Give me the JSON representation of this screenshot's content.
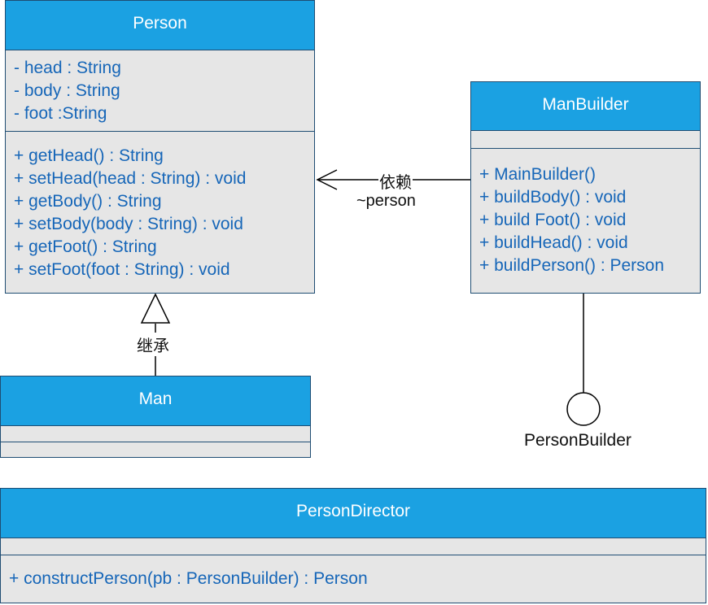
{
  "person": {
    "name": "Person",
    "attributes": [
      "- head : String",
      "- body : String",
      "- foot :String"
    ],
    "methods": [
      "+ getHead() : String",
      "+ setHead(head : String) : void",
      "+ getBody() : String",
      "+ setBody(body : String) : void",
      "+ getFoot() : String",
      "+ setFoot(foot : String) : void"
    ]
  },
  "man_builder": {
    "name": "ManBuilder",
    "methods": [
      "+ MainBuilder()",
      "+ buildBody() : void",
      "+ build Foot() : void",
      "+ buildHead() : void",
      "+ buildPerson() : Person"
    ]
  },
  "man": {
    "name": "Man"
  },
  "person_director": {
    "name": "PersonDirector",
    "methods": [
      "+ constructPerson(pb : PersonBuilder) : Person"
    ]
  },
  "relations": {
    "dependency_label": "依赖",
    "dependency_role": "~person",
    "inheritance_label": "继承",
    "interface_name": "PersonBuilder"
  },
  "colors": {
    "header_fill": "#1ba1e2",
    "border": "#1f4d73",
    "body_fill": "#e6e6e6",
    "member_text": "#1666b8"
  }
}
